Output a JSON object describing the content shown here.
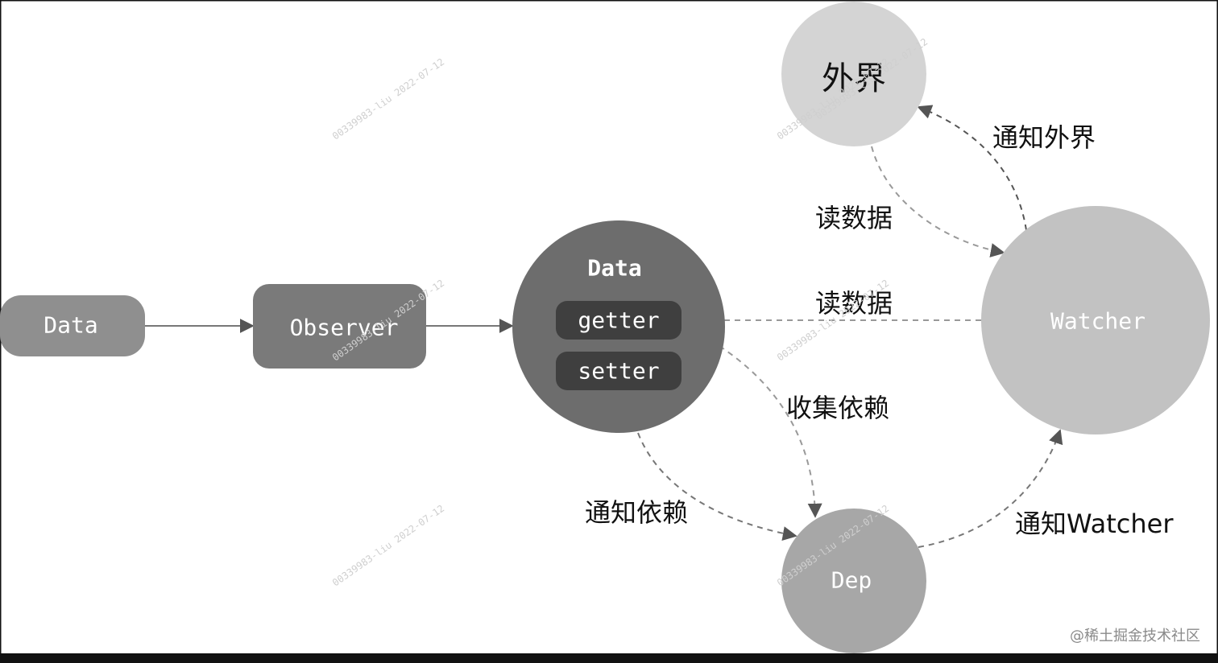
{
  "nodes": {
    "data_source": "Data",
    "observer": "Observer",
    "data_center": "Data",
    "getter": "getter",
    "setter": "setter",
    "watcher": "Watcher",
    "dep": "Dep",
    "outside": "外界"
  },
  "edge_labels": {
    "notify_outside": "通知外界",
    "read_data_top": "读数据",
    "read_data_mid": "读数据",
    "collect_deps": "收集依赖",
    "notify_deps": "通知依赖",
    "notify_watcher": "通知Watcher"
  },
  "watermarks": [
    "00339983-liu 2022-07-12",
    "00339983-liu 2022-07-12",
    "00339983-liu 2022-07-12",
    "00339983-liu 2022-07-12",
    "00339983-liu 2022-07-12",
    "00339983-liu 2022-07-12",
    "00339983-liu 2022-07-12"
  ],
  "credit": "@稀土掘金技术社区",
  "colors": {
    "data_box": "#8f8f8f",
    "observer_box": "#7a7a7a",
    "data_circle": "#6d6d6d",
    "getter_setter": "#3f3f3f",
    "watcher_circle": "#c2c2c2",
    "dep_circle": "#a7a7a7",
    "outside_circle": "#d4d4d4",
    "arrow": "#9a9a9a",
    "arrow_dark": "#5a5a5a"
  }
}
